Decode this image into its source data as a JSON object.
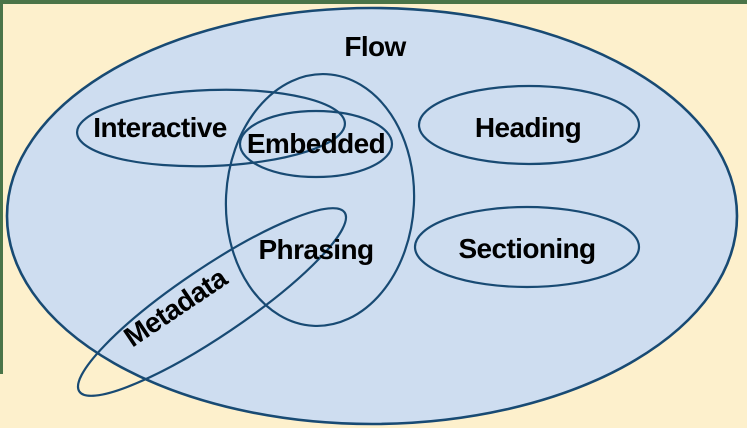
{
  "diagram": {
    "type": "venn",
    "description": "Venn diagram of HTML content categories: Flow contains Interactive, Embedded, Phrasing, Heading and Sectioning; Metadata overlaps Flow and Phrasing and extends outside Flow.",
    "labels": {
      "flow": "Flow",
      "interactive": "Interactive",
      "embedded": "Embedded",
      "heading": "Heading",
      "phrasing": "Phrasing",
      "sectioning": "Sectioning",
      "metadata": "Metadata"
    },
    "colors": {
      "page_background": "#FDF0CC",
      "frame_border": "#4A7448",
      "flow_fill": "#CEDDF0",
      "ellipse_stroke": "#184A73",
      "label_text": "#000000"
    }
  }
}
